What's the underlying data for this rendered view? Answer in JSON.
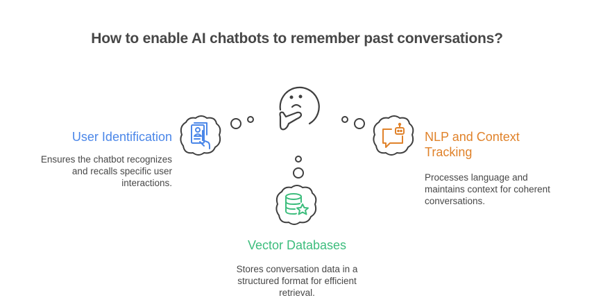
{
  "title": "How to enable AI chatbots to remember past conversations?",
  "colors": {
    "title": "#474747",
    "text": "#474747",
    "outline": "#3f3f3f",
    "user_identification": "#4a86e8",
    "nlp_context": "#e0822a",
    "vector_db": "#3dbd7d"
  },
  "center": {
    "icon": "thinking-face-icon"
  },
  "items": [
    {
      "id": "user-identification",
      "heading": "User Identification",
      "description_lines": [
        "Ensures the chatbot recognizes",
        "and recalls specific user",
        "interactions."
      ],
      "icon": "user-id-card-hand-icon"
    },
    {
      "id": "nlp-context-tracking",
      "heading_lines": [
        "NLP and Context",
        "Tracking"
      ],
      "description_lines": [
        "Processes language and",
        "maintains context for coherent",
        "conversations."
      ],
      "icon": "robot-chat-bubble-icon"
    },
    {
      "id": "vector-databases",
      "heading": "Vector Databases",
      "description_lines": [
        "Stores conversation data in a",
        "structured format for efficient",
        "retrieval."
      ],
      "icon": "database-star-icon"
    }
  ]
}
